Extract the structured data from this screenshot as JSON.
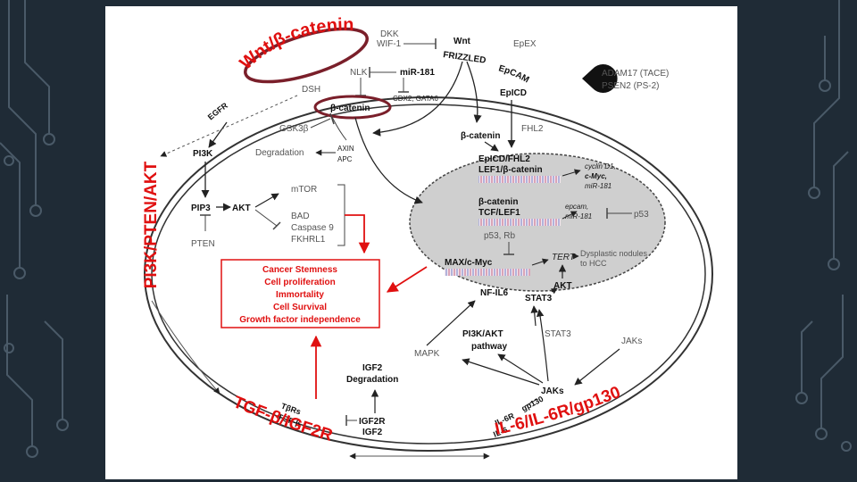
{
  "slide": {
    "background": "#1f2b36",
    "accent": "#4a5a68"
  },
  "pathways": {
    "wnt": "Wnt/β-catenin",
    "pi3k": "PI3K/PTEN/AKT",
    "tgf": "TGF-β/IGF2R",
    "il6": "IL-6/IL-6R/gp130"
  },
  "wnt_area": {
    "dkk": "DKK",
    "wif": "WIF-1",
    "wnt": "Wnt",
    "frizzled": "FRIZZLED",
    "nlk": "NLK",
    "mir181": "miR-181",
    "cdx": "CDX2, GATA6",
    "dsh": "DSH",
    "bcat": "β-catenin",
    "gsk": "GSK3β",
    "degradation": "Degradation",
    "axin": "AXIN",
    "apc": "APC"
  },
  "epcam_area": {
    "epex": "EpEX",
    "epcam": "EpCAM",
    "adam": "ADAM17 (TACE)",
    "psen": "PSEN2 (PS-2)",
    "epicd": "EpICD",
    "fhl2": "FHL2",
    "bcat2": "β-catenin"
  },
  "nucleus": {
    "complex1_l1": "EpICD/FHL2",
    "complex1_l2": "LEF1/β-catenin",
    "targets1_l1": "cyclin D1,",
    "targets1_l2": "c-Myc,",
    "targets1_l3": "miR-181",
    "complex2_l1": "β-catenin",
    "complex2_l2": "TCF/LEF1",
    "targets2_l1": "epcam,",
    "targets2_l2": "miR-181",
    "p53rb": "p53, Rb",
    "p53": "p53",
    "maxmyc": "MAX/c-Myc",
    "tert": "TERT",
    "dysplastic_l1": "Dysplastic nodules",
    "dysplastic_l2": "to HCC",
    "akt": "AKT"
  },
  "pi3k_area": {
    "egfr": "EGFR",
    "pi3k": "PI3K",
    "pip3": "PIP3",
    "akt": "AKT",
    "pten": "PTEN",
    "mtor": "mTOR",
    "bad": "BAD",
    "casp9": "Caspase 9",
    "fkhrl1": "FKHRL1"
  },
  "outcomes": [
    "Cancer Stemness",
    "Cell proliferation",
    "Immortality",
    "Cell Survival",
    "Growth factor independence"
  ],
  "il6_area": {
    "nfil6": "NF-IL6",
    "stat3b": "STAT3",
    "stat3": "STAT3",
    "pi3kakt_l1": "PI3K/AKT",
    "pi3kakt_l2": "pathway",
    "mapk": "MAPK",
    "jaks1": "JAKs",
    "jaks2": "JAKs",
    "il6r": "IL-6R",
    "gp130": "gp130",
    "il6": "IL-6"
  },
  "tgf_area": {
    "igf2deg_l1": "IGF2",
    "igf2deg_l2": "Degradation",
    "tbrs": "TβRs",
    "tgfb": "TGF-β",
    "igf2r": "IGF2R",
    "igf2": "IGF2"
  }
}
